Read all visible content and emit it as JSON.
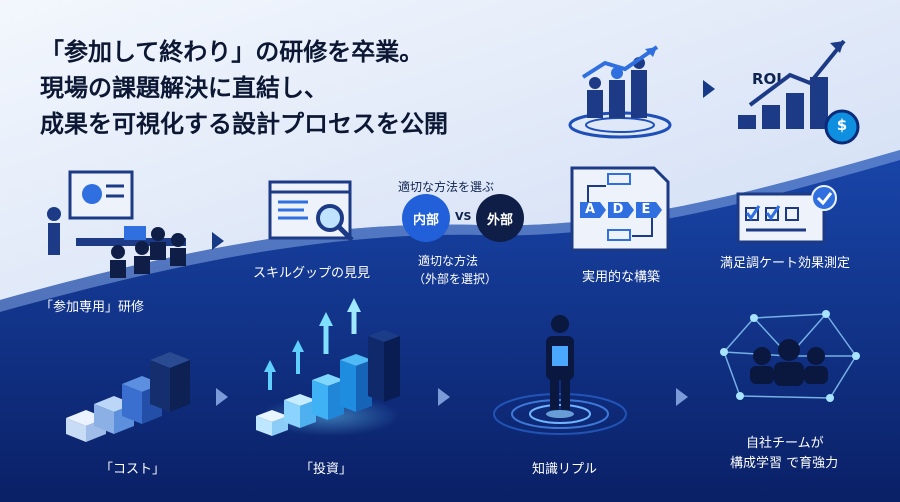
{
  "headline": {
    "line1": "「参加して終わり」の研修を卒業。",
    "line2": "現場の課題解決に直結し、",
    "line3": "成果を可視化する設計プロセスを公開"
  },
  "top_graphic": {
    "roi_label": "ROI",
    "dollar_icon_glyph": "$"
  },
  "middle_row": {
    "training": "「参加専用」研修",
    "skill_gap": "スキルグップの見見",
    "choose_title": "適切な方法を選ぶ",
    "internal": "内部",
    "vs": "VS",
    "external": "外部",
    "choose_caption_line1": "適切な方法",
    "choose_caption_line2": "（外部を選択）",
    "flow_letters": [
      "A",
      "D",
      "E"
    ],
    "practical": "実用的な構築",
    "survey": "満足調ケート効果測定"
  },
  "bottom_row": {
    "cost": "「コスト」",
    "investment": "「投資」",
    "knowledge": "知識リプル",
    "team_line1": "自社チームが",
    "team_line2": "構成学習 で育強力"
  },
  "colors": {
    "navy": "#0b2a78",
    "dark_text": "#0b1733",
    "accent_blue": "#2f6fe0",
    "cyan": "#5fd0ff"
  }
}
